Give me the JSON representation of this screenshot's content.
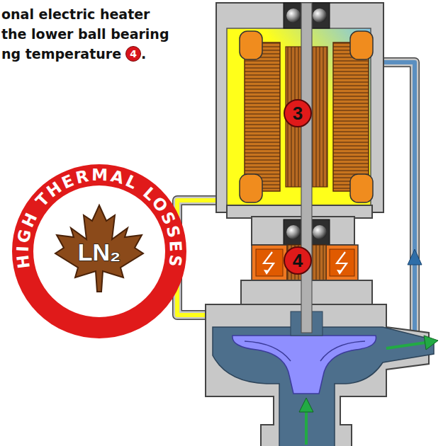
{
  "diagram": {
    "nodes": [
      {
        "text": [
          "3"
        ]
      },
      {
        "text": [
          "4"
        ]
      }
    ],
    "labels": [
      "onal electric heater",
      "the lower ball bearing",
      "ng temperature",
      "4",
      ".",
      "HIGH THERMAL LOSSES",
      "LN₂"
    ]
  }
}
